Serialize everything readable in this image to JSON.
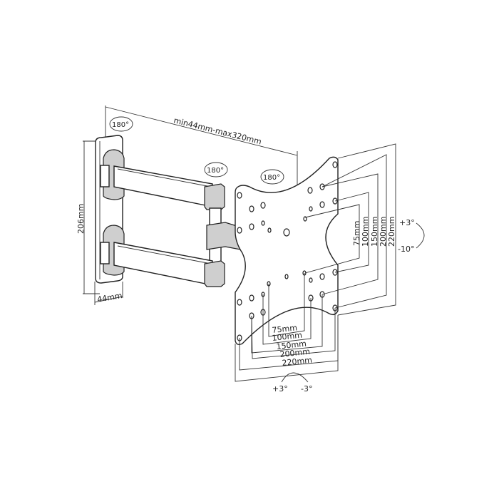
{
  "diagram": {
    "arm_extension_label": "min44mm-max320mm",
    "wall_plate_height_label": "206mm",
    "wall_plate_depth_label": "44mm",
    "swivel_labels": [
      "180°",
      "180°",
      "180°"
    ],
    "vesa_vertical_labels": [
      "75mm",
      "100mm",
      "150mm",
      "200mm",
      "220mm"
    ],
    "vesa_horizontal_labels": [
      "75mm",
      "100mm",
      "150mm",
      "200mm",
      "220mm"
    ],
    "tilt": {
      "up": "+3°",
      "down": "-10°"
    },
    "rotation": {
      "left": "+3°",
      "right": "-3°"
    }
  }
}
